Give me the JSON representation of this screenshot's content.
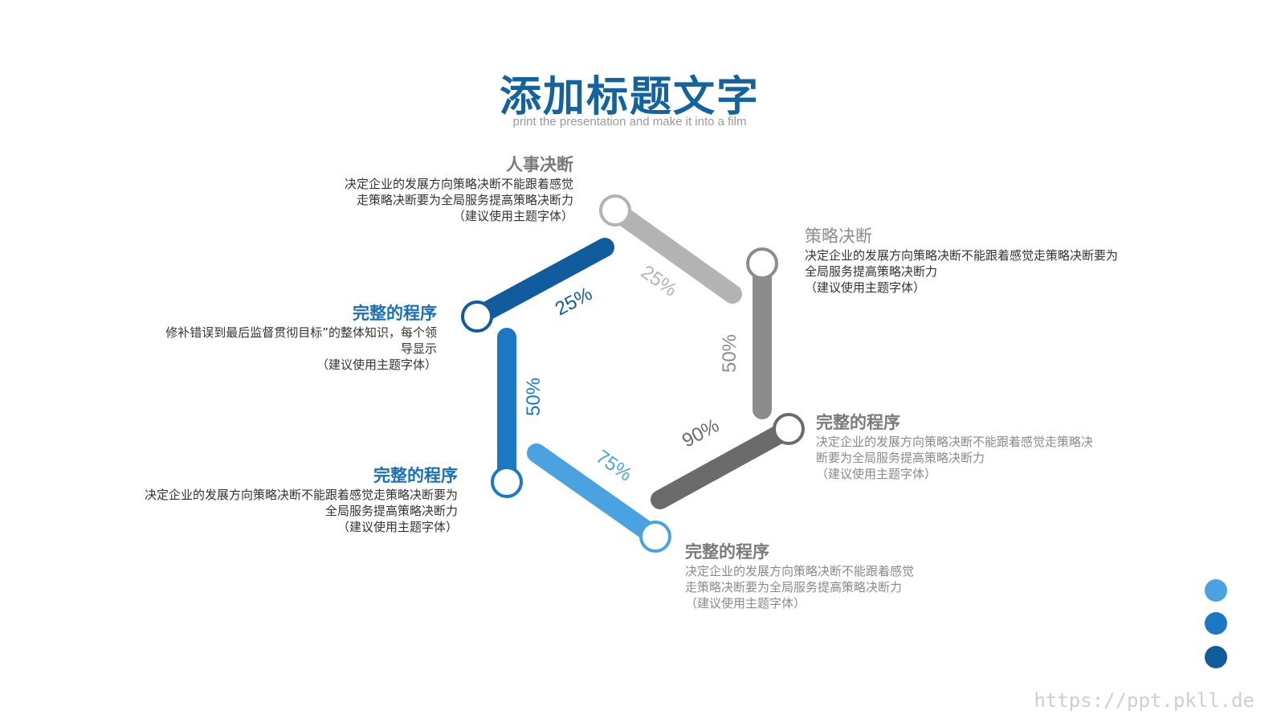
{
  "header": {
    "title": "添加标题文字",
    "subtitle": "print the presentation and make it into a film"
  },
  "blocks": {
    "top": {
      "heading": "人事决断",
      "line1": "决定企业的发展方向策略决断不能跟着感觉",
      "line2": "走策略决断要为全局服务提高策略决断力",
      "note": "（建议使用主题字体）"
    },
    "upper_right": {
      "heading": "策略决断",
      "line1": "决定企业的发展方向策略决断不能跟着感觉走策略决断要为",
      "line2": "全局服务提高策略决断力",
      "note": "（建议使用主题字体）"
    },
    "upper_left": {
      "heading": "完整的程序",
      "line1": "修补错误到最后监督贯彻目标”的整体知识，每个领",
      "line2": "导显示",
      "note": "（建议使用主题字体）"
    },
    "lower_right": {
      "heading": "完整的程序",
      "line1": "决定企业的发展方向策略决断不能跟着感觉走策略决",
      "line2": "断要为全局服务提高策略决断力",
      "note": "（建议使用主题字体）"
    },
    "lower_left": {
      "heading": "完整的程序",
      "line1": "决定企业的发展方向策略决断不能跟着感觉走策略决断要为",
      "line2": "全局服务提高策略决断力",
      "note": "（建议使用主题字体）"
    },
    "bottom": {
      "heading": "完整的程序",
      "line1": "决定企业的发展方向策略决断不能跟着感觉",
      "line2": "走策略决断要为全局服务提高策略决断力",
      "note": "（建议使用主题字体）"
    }
  },
  "segments": [
    {
      "id": "top-right",
      "label": "25%",
      "color": "#b3b3b3"
    },
    {
      "id": "right",
      "label": "50%",
      "color": "#8c8c8c"
    },
    {
      "id": "bottom-right",
      "label": "90%",
      "color": "#6b6b6b"
    },
    {
      "id": "bottom-left",
      "label": "75%",
      "color": "#4aa3e0"
    },
    {
      "id": "left",
      "label": "50%",
      "color": "#1c78c4"
    },
    {
      "id": "top-left",
      "label": "25%",
      "color": "#105c9c"
    }
  ],
  "colors": {
    "title": "#12639f",
    "heading_blue": "#1a6fb5",
    "heading_gray": "#7a7a7a",
    "dot1": "#4aa3e0",
    "dot2": "#1c78c4",
    "dot3": "#105c9c"
  },
  "watermark": "https://ppt.pkll.de"
}
